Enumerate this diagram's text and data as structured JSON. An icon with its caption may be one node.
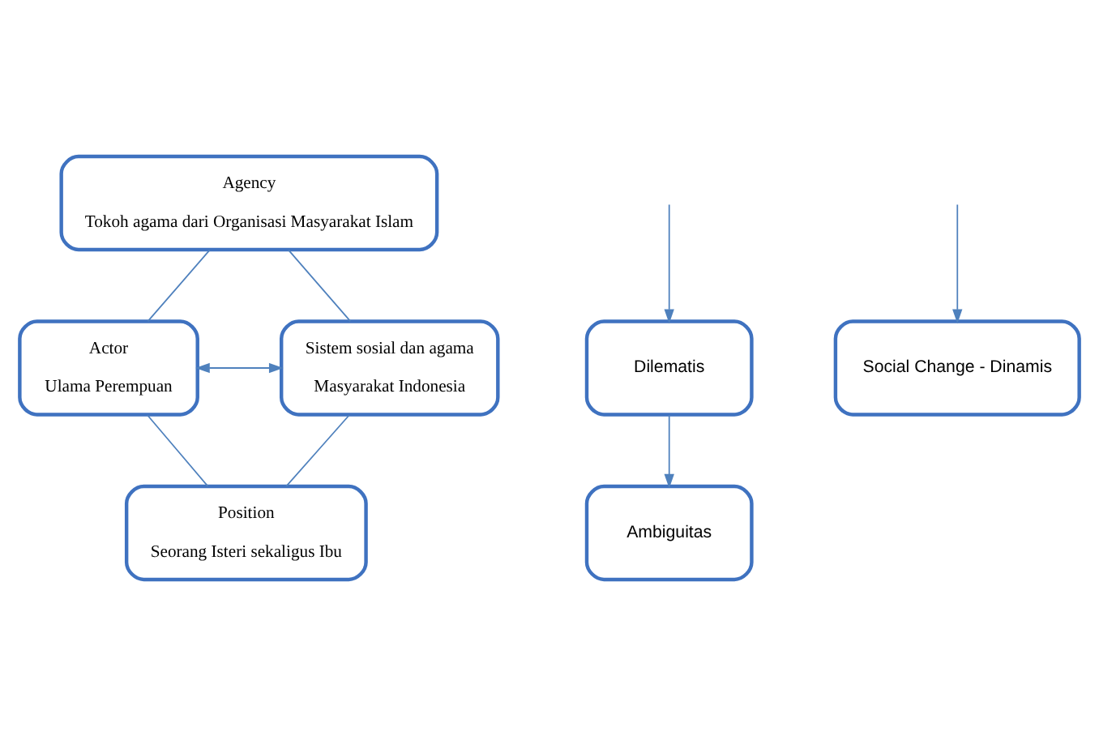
{
  "diagram": {
    "nodes": [
      {
        "text": [
          "Agency",
          "Tokoh agama dari Organisasi Masyarakat Islam"
        ]
      },
      {
        "text": [
          "Actor",
          "Ulama Perempuan"
        ]
      },
      {
        "text": [
          "Sistem sosial dan agama",
          "Masyarakat Indonesia"
        ]
      },
      {
        "text": [
          "Position",
          "Seorang Isteri sekaligus Ibu"
        ]
      },
      {
        "text": [
          "Dilematis"
        ]
      },
      {
        "text": [
          "Social Change - Dinamis"
        ]
      },
      {
        "text": [
          "Ambiguitas"
        ]
      }
    ],
    "edges": [
      {
        "from": 0,
        "to": 1,
        "arrow": "none"
      },
      {
        "from": 0,
        "to": 2,
        "arrow": "none"
      },
      {
        "from": 1,
        "to": 2,
        "arrow": "both"
      },
      {
        "from": 1,
        "to": 3,
        "arrow": "none"
      },
      {
        "from": 2,
        "to": 3,
        "arrow": "none"
      },
      {
        "from": null,
        "to": 4,
        "arrow": "to"
      },
      {
        "from": 4,
        "to": 6,
        "arrow": "to"
      },
      {
        "from": null,
        "to": 5,
        "arrow": "to"
      }
    ]
  }
}
